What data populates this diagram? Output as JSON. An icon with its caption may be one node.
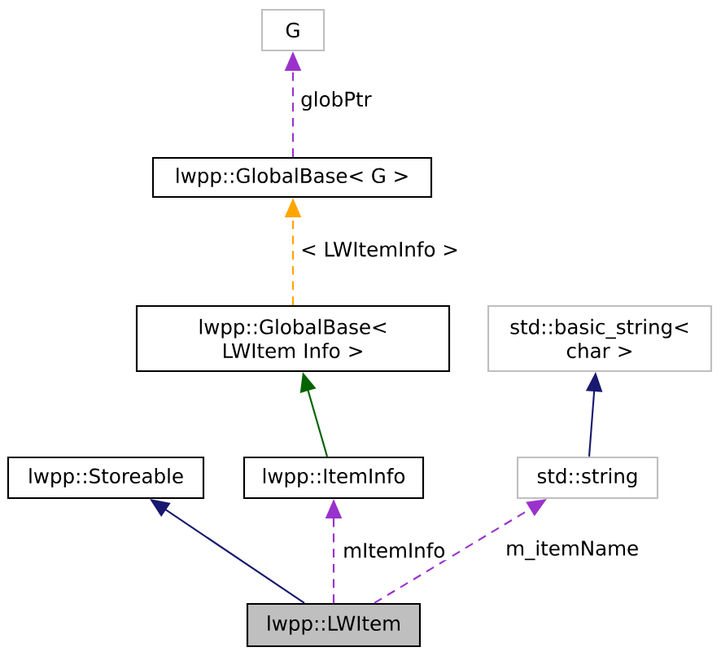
{
  "diagram": {
    "nodes": [
      {
        "text": [
          "G"
        ]
      },
      {
        "text": [
          "lwpp::GlobalBase< G >"
        ]
      },
      {
        "text": [
          "lwpp::GlobalBase< LWItem Info >"
        ]
      },
      {
        "text": [
          "std::basic_string< char >"
        ]
      },
      {
        "text": [
          "lwpp::Storeable"
        ]
      },
      {
        "text": [
          "lwpp::ItemInfo"
        ]
      },
      {
        "text": [
          "std::string"
        ]
      },
      {
        "text": [
          "lwpp::LWItem"
        ]
      }
    ],
    "edges": [
      {
        "from": 1,
        "to": 0,
        "arrow": "to",
        "label": "globPtr",
        "style": "dashed",
        "color": "#9a32cd"
      },
      {
        "from": 2,
        "to": 1,
        "arrow": "to",
        "label": "< LWItemInfo >",
        "style": "dashed",
        "color": "#ffa500"
      },
      {
        "from": 5,
        "to": 2,
        "arrow": "to",
        "color": "#006400"
      },
      {
        "from": 6,
        "to": 3,
        "arrow": "to",
        "color": "#191970"
      },
      {
        "from": 7,
        "to": 4,
        "arrow": "to",
        "color": "#191970"
      },
      {
        "from": 7,
        "to": 5,
        "arrow": "to",
        "label": "mItemInfo",
        "style": "dashed",
        "color": "#9a32cd"
      },
      {
        "from": 7,
        "to": 6,
        "arrow": "to",
        "label": "m_itemName",
        "style": "dashed",
        "color": "#9a32cd"
      }
    ]
  }
}
